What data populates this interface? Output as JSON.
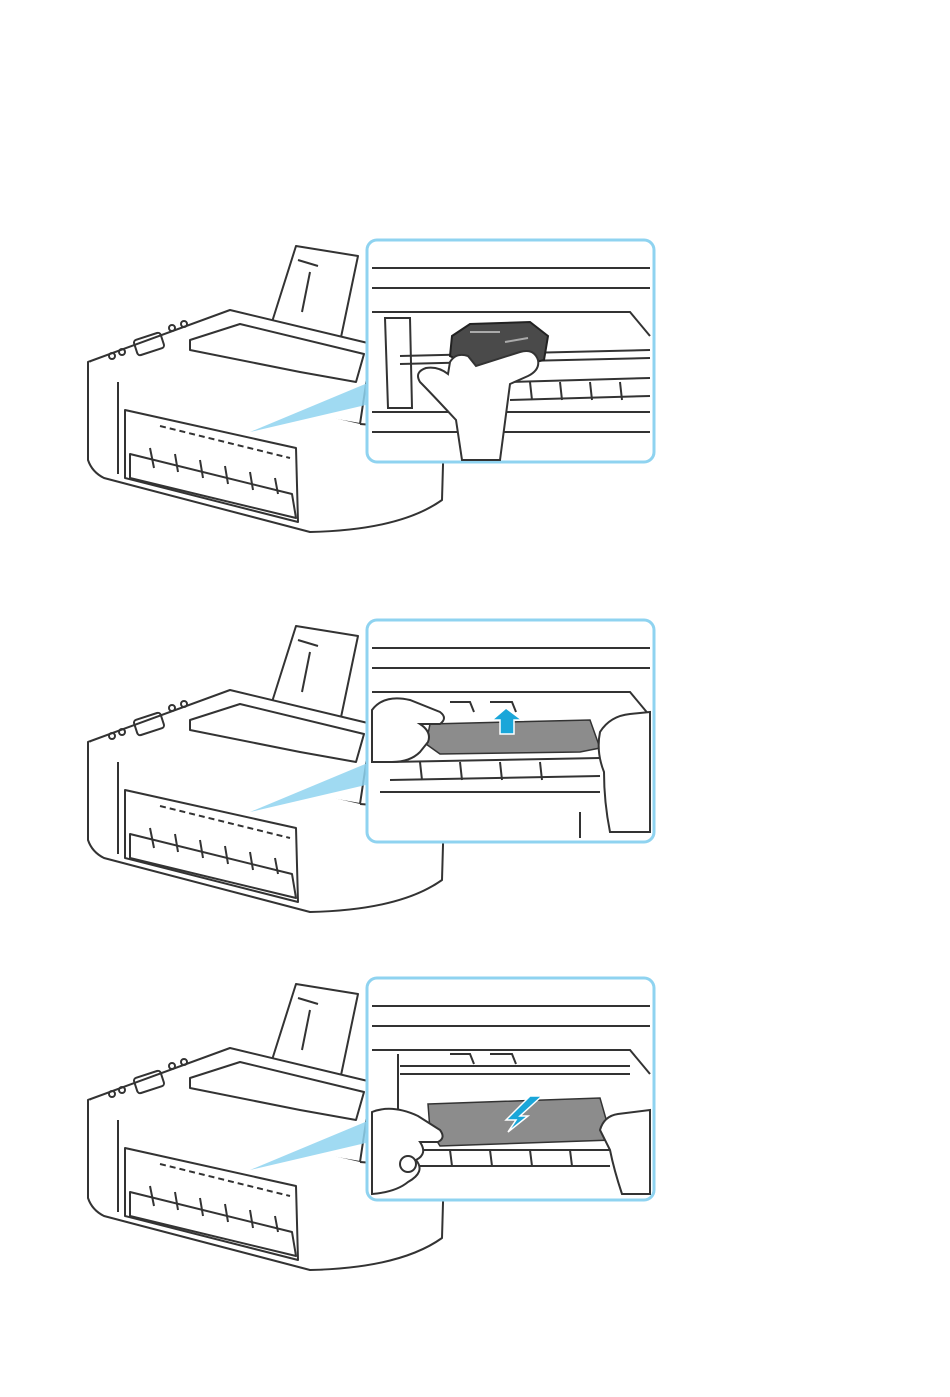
{
  "document": {
    "kind": "printer-paper-jam-instructions",
    "steps": [
      {
        "illustration": "printer-with-inset-hand-holding-print-head-holder",
        "arrow": "none"
      },
      {
        "illustration": "printer-with-inset-hands-pulling-jammed-paper",
        "arrow": "up"
      },
      {
        "illustration": "printer-with-inset-hands-removing-jammed-paper",
        "arrow": "down"
      }
    ]
  },
  "colors": {
    "page_background": "#ffffff",
    "line": "#333333",
    "inset_border": "#8fd3f0",
    "callout_beam": "#8fd3f0",
    "arrow": "#1aa6d9",
    "jammed_paper": "#8c8c8c",
    "holder": "#4a4a4a"
  }
}
